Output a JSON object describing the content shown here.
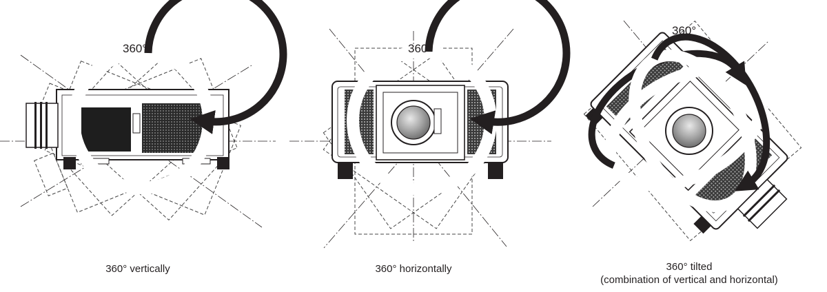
{
  "panels": [
    {
      "id": "vertical",
      "angle_label": "360°",
      "caption_lines": [
        "360° vertically"
      ]
    },
    {
      "id": "horizontal",
      "angle_label": "360°",
      "caption_lines": [
        "360° horizontally"
      ]
    },
    {
      "id": "tilted",
      "angle_label": "360°",
      "caption_lines": [
        "360° tilted",
        "(combination of vertical and horizontal)"
      ]
    }
  ],
  "colors": {
    "ink": "#231f20",
    "vent_dark": "#1e1e1e",
    "lens_grey": "#9a9a9a",
    "paper": "#ffffff"
  }
}
